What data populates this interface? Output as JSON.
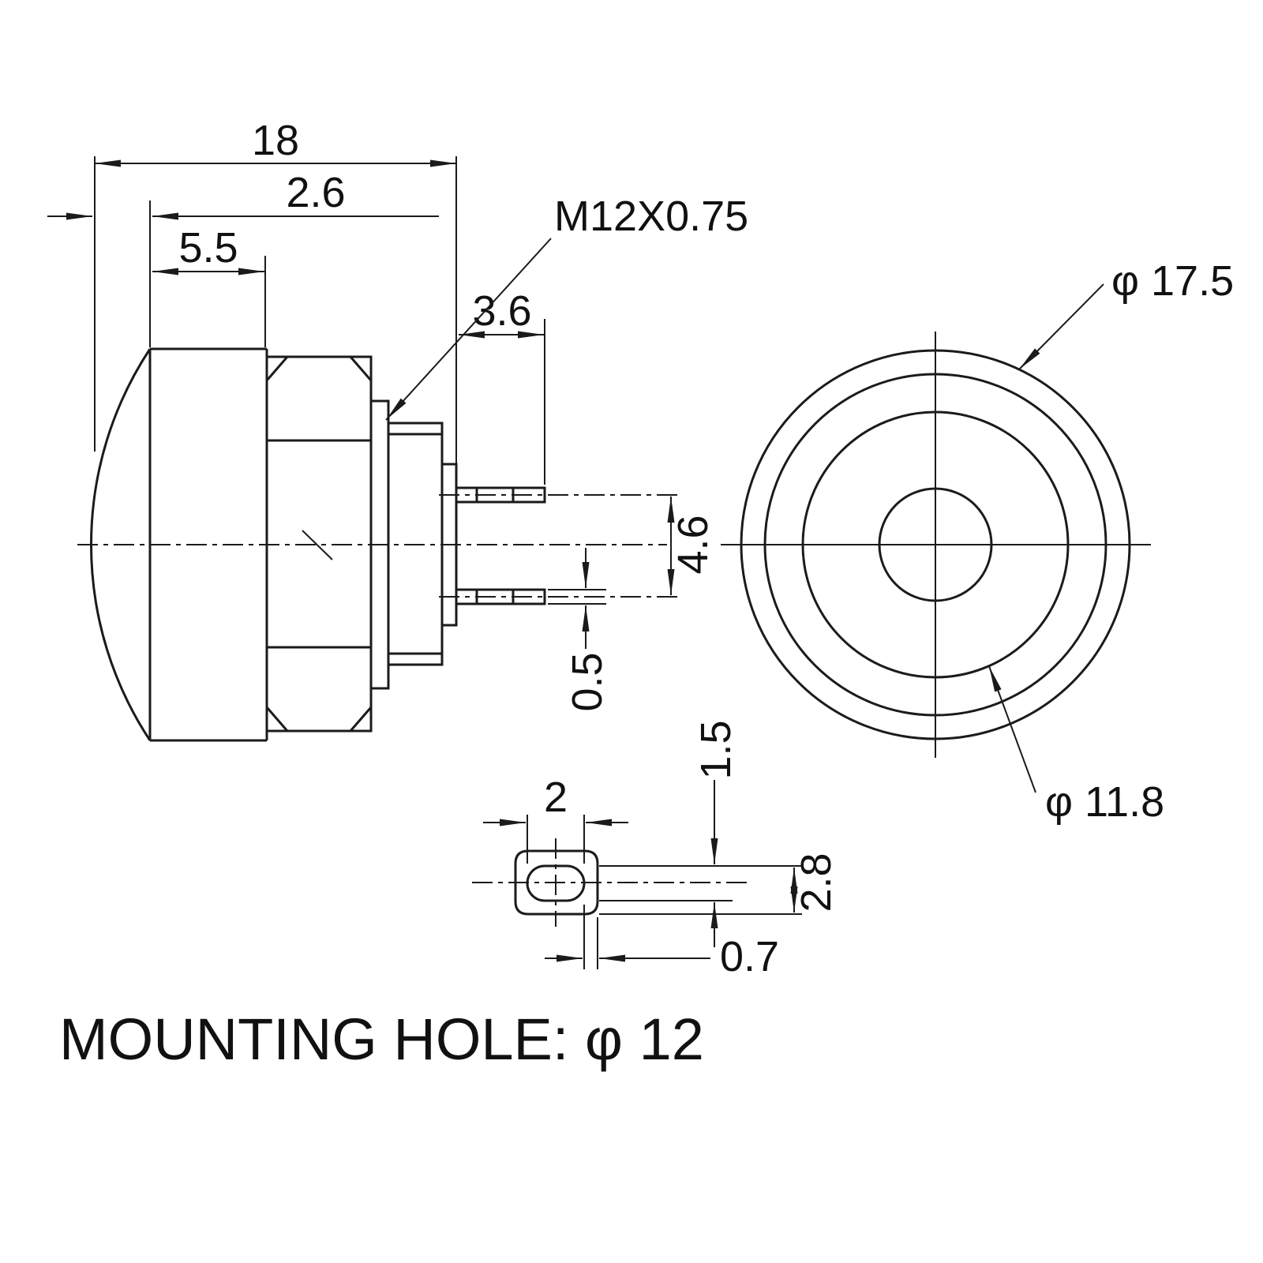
{
  "side_view": {
    "dim_overall_width": "18",
    "dim_head_protrusion": "2.6",
    "dim_head_length": "5.5",
    "dim_terminal_length": "3.6",
    "thread_spec": "M12X0.75",
    "dim_terminal_pitch": "4.6",
    "dim_terminal_thickness": "0.5"
  },
  "front_view": {
    "dia_head": "φ 17.5",
    "dia_body": "φ 11.8"
  },
  "terminal_detail": {
    "dim_hole_width": "2",
    "dim_hole_height": "1.5",
    "dim_terminal_width": "2.8",
    "dim_edge_distance": "0.7"
  },
  "footer": {
    "mounting_hole": "MOUNTING HOLE: φ 12"
  }
}
